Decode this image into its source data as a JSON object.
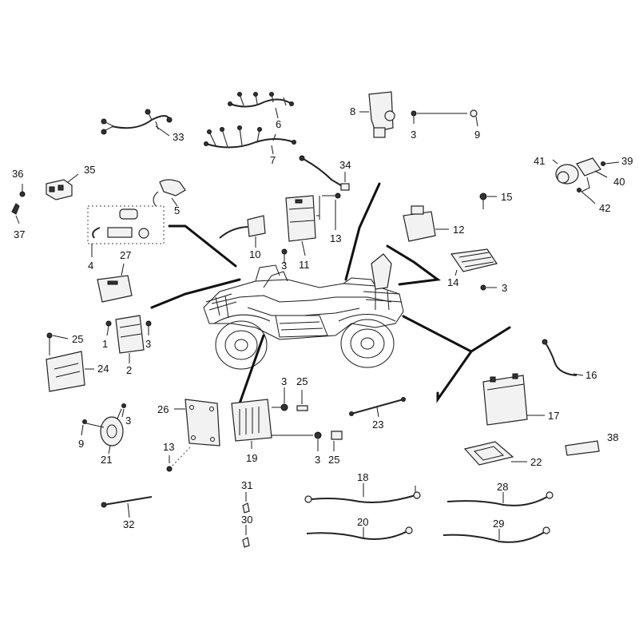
{
  "callouts": {
    "c1": "1",
    "c2": "2",
    "c3a": "3",
    "c3b": "3",
    "c3c": "3",
    "c3d": "3",
    "c3e": "3",
    "c3f": "3",
    "c3g": "3",
    "c4": "4",
    "c5": "5",
    "c6": "6",
    "c7": "7",
    "c8": "8",
    "c9a": "9",
    "c9b": "9",
    "c10": "10",
    "c11": "11",
    "c12": "12",
    "c13a": "13",
    "c13b": "13",
    "c14": "14",
    "c15": "15",
    "c16": "16",
    "c17": "17",
    "c18": "18",
    "c19": "19",
    "c20": "20",
    "c21": "21",
    "c22": "22",
    "c23": "23",
    "c24": "24",
    "c25a": "25",
    "c25b": "25",
    "c25c": "25",
    "c26": "26",
    "c27": "27",
    "c28": "28",
    "c29": "29",
    "c30": "30",
    "c31": "31",
    "c32": "32",
    "c33": "33",
    "c34": "34",
    "c35": "35",
    "c36": "36",
    "c37": "37",
    "c38": "38",
    "c39": "39",
    "c40": "40",
    "c41": "41",
    "c42": "42"
  }
}
